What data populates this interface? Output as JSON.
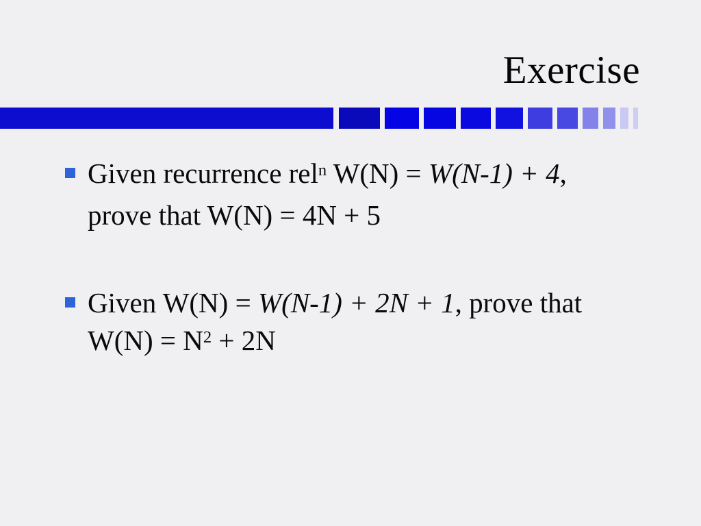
{
  "slide": {
    "title": "Exercise",
    "background_color": "#f0f0f2",
    "text_color": "#0a0a0a",
    "bullet_color": "#2d64d7"
  },
  "divider": {
    "main_bar_color": "#0d0dd0",
    "blocks": [
      {
        "w": 60,
        "color": "#0a0abb"
      },
      {
        "w": 50,
        "color": "#0404e4"
      },
      {
        "w": 47,
        "color": "#0606e2"
      },
      {
        "w": 44,
        "color": "#0909e0"
      },
      {
        "w": 40,
        "color": "#1111e0"
      },
      {
        "w": 36,
        "color": "#3d3de0"
      },
      {
        "w": 30,
        "color": "#4848e2"
      },
      {
        "w": 23,
        "color": "#8282ea"
      },
      {
        "w": 18,
        "color": "#9191ec"
      },
      {
        "w": 12,
        "color": "#c9c9f3"
      },
      {
        "w": 7,
        "color": "#cdcdf5"
      }
    ]
  },
  "bullets": [
    {
      "segments": [
        {
          "style": "normal",
          "text": "Given recurrence rel"
        },
        {
          "style": "sup",
          "text": "n"
        },
        {
          "style": "normal",
          "text": " W(N) = "
        },
        {
          "style": "italic",
          "text": "W(N-1) + 4"
        },
        {
          "style": "normal",
          "text": ", "
        },
        {
          "style": "br"
        },
        {
          "style": "normal",
          "text": "prove that W(N) = 4N + 5"
        }
      ]
    },
    {
      "segments": [
        {
          "style": "normal",
          "text": "Given W(N) = "
        },
        {
          "style": "italic",
          "text": "W(N-1) + 2N + 1"
        },
        {
          "style": "normal",
          "text": ", prove that "
        },
        {
          "style": "br"
        },
        {
          "style": "normal",
          "text": "W(N) = N"
        },
        {
          "style": "sup",
          "text": "2"
        },
        {
          "style": "normal",
          "text": " + 2N"
        }
      ]
    }
  ]
}
